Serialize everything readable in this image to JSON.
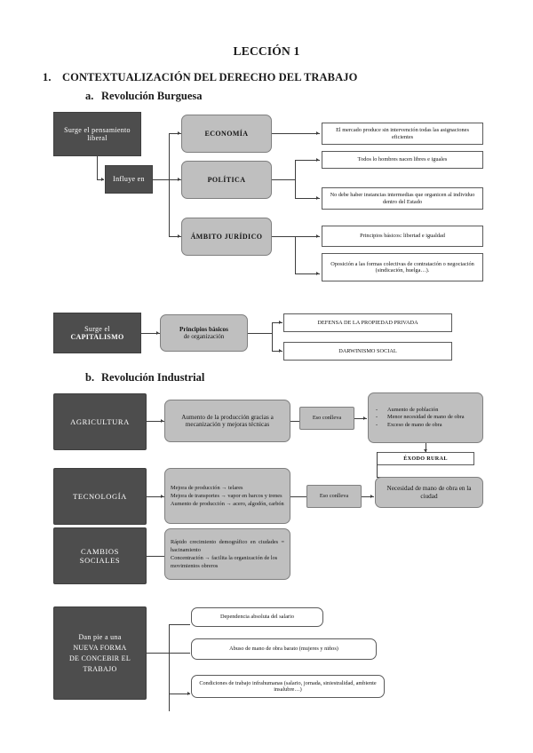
{
  "document": {
    "title": "LECCIÓN 1",
    "section_number": "1.",
    "section_title": "CONTEXTUALIZACIÓN DEL DERECHO DEL TRABAJO",
    "subsections": [
      {
        "marker": "a.",
        "title": "Revolución Burguesa"
      },
      {
        "marker": "b.",
        "title": "Revolución Industrial"
      }
    ]
  },
  "colors": {
    "dark_box": "#4d4d4d",
    "grey_box": "#bfbfbf",
    "white_box": "#ffffff",
    "line": "#3d3d3d",
    "text_dark": "#1a1a1a",
    "text_light": "#ffffff"
  },
  "diagram_burguesa": {
    "source": "Surge el pensamiento liberal",
    "connector": "Influye en",
    "branches": [
      {
        "label": "ECONOMÍA",
        "outcomes": [
          "El mercado produce sin intervención todas las asignaciones eficientes"
        ]
      },
      {
        "label": "POLÍTICA",
        "outcomes": [
          "Todos lo hombres nacen libres e iguales",
          "No debe haber instancias intermedias que organicen al individuo dentro del Estado"
        ]
      },
      {
        "label": "ÁMBITO JURÍDICO",
        "outcomes": [
          "Principios básicos: libertad e igualdad",
          "Oposición a las formas colectivas de contratación o negociación (sindicación, huelga…)."
        ]
      }
    ]
  },
  "diagram_capitalismo": {
    "source_line1": "Surge el",
    "source_line2": "CAPITALISMO",
    "middle_line1": "Principios básicos",
    "middle_line2": "de organización",
    "outcomes": [
      "DEFENSA DE LA PROPIEDAD PRIVADA",
      "DARWINISMO SOCIAL"
    ]
  },
  "diagram_industrial": {
    "rows": [
      {
        "label": "AGRICULTURA",
        "detail": "Aumento de la producción gracias a mecanización y mejoras técnicas",
        "link": "Eso conlleva",
        "result_bullets": [
          "Aumento de población",
          "Menor necesidad de mano de obra",
          "Exceso de mano de obra"
        ]
      },
      {
        "label": "TECNOLOGÍA",
        "detail_lines": [
          "Mejora de producción → telares",
          "Mejora de transportes → vapor en barcos y trenes",
          "Aumento de producción → acero, algodón, carbón"
        ],
        "link": "Eso conlleva",
        "result": "Necesidad de mano de obra en la ciudad"
      },
      {
        "label_line1": "CAMBIOS",
        "label_line2": "SOCIALES",
        "detail_lines": [
          "Rápido crecimiento demográfico en ciudades = hacinamiento",
          "Concentración → facilita la organización de los movimientos obreros"
        ]
      }
    ],
    "exodo_label": "ÉXODO RURAL"
  },
  "diagram_nueva_forma": {
    "source_lines": [
      "Dan pie a una",
      "NUEVA FORMA",
      "DE CONCEBIR EL",
      "TRABAJO"
    ],
    "consequences": [
      "Dependencia absoluta del salario",
      "Abuso de mano de obra barato (mujeres y niños)",
      "Condiciones de trabajo infrahumanas (salario, jornada, siniestralidad, ambiente insalubre…)"
    ]
  }
}
